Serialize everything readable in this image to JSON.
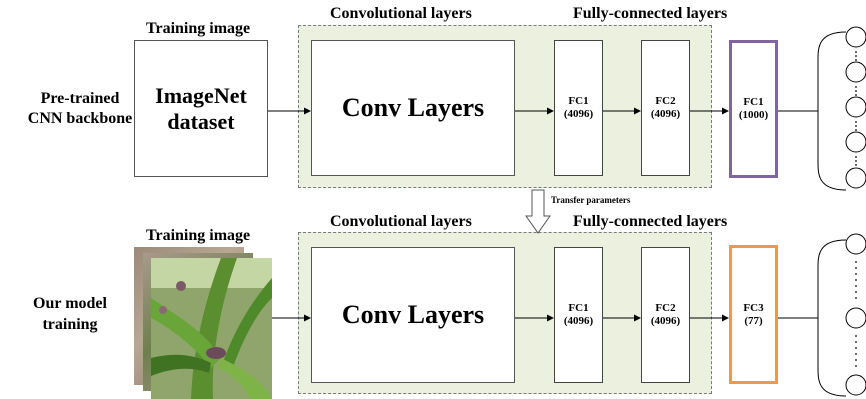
{
  "top_row": {
    "row_label_line1": "Pre-trained",
    "row_label_line2": "CNN backbone",
    "training_image_title": "Training image",
    "dataset_line1": "ImageNet",
    "dataset_line2": "dataset",
    "conv_section_title": "Convolutional layers",
    "fc_section_title": "Fully-connected layers",
    "conv_block": "Conv Layers",
    "fc1_name": "FC1",
    "fc1_size": "(4096)",
    "fc2_name": "FC2",
    "fc2_size": "(4096)",
    "out_name": "FC1",
    "out_size": "(1000)",
    "out_color": "#8064a2"
  },
  "transfer_label": "Transfer parameters",
  "bottom_row": {
    "row_label_line1": "Our model",
    "row_label_line2": "training",
    "training_image_title": "Training image",
    "conv_section_title": "Convolutional layers",
    "fc_section_title": "Fully-connected layers",
    "conv_block": "Conv Layers",
    "fc1_name": "FC1",
    "fc1_size": "(4096)",
    "fc2_name": "FC2",
    "fc2_size": "(4096)",
    "out_name": "FC3",
    "out_size": "(77)",
    "out_color": "#f79646"
  },
  "colors": {
    "layer_group_fill": "#ebf1de",
    "leaf_green": "#6aa53a"
  },
  "icons": [
    "output-node-icon",
    "arrow-icon",
    "hollow-down-arrow-icon",
    "crop-photo-icon"
  ]
}
